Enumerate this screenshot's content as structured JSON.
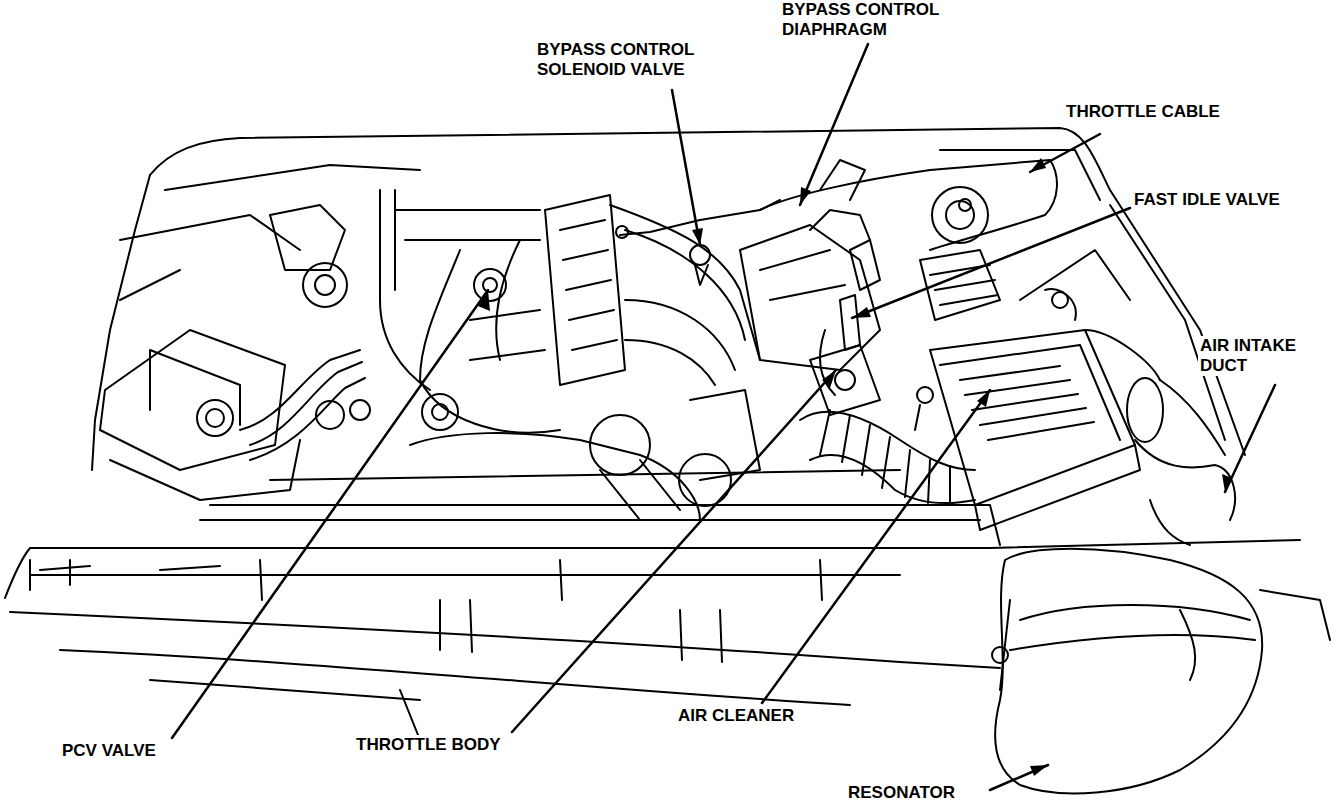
{
  "diagram": {
    "labels": [
      "BYPASS CONTROL DIAPHRAGM",
      "BYPASS CONTROL SOLENOID VALVE",
      "THROTTLE CABLE",
      "FAST IDLE VALVE",
      "AIR INTAKE DUCT",
      "AIR CLEANER",
      "PCV VALVE",
      "THROTTLE BODY",
      "RESONATOR"
    ]
  }
}
